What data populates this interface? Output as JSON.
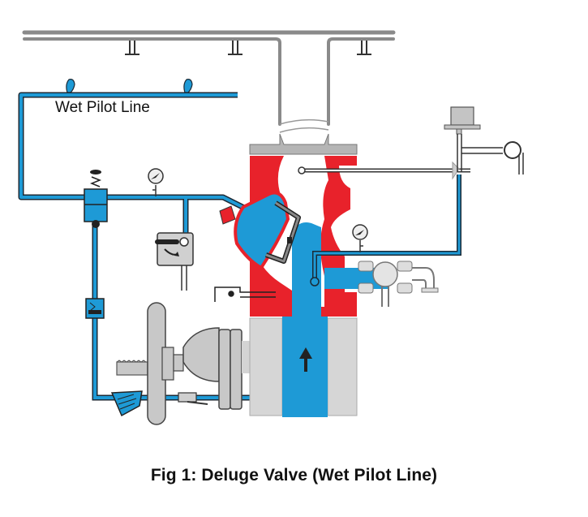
{
  "diagram": {
    "title": "Deluge Valve (Wet Pilot Line)",
    "labels": {
      "pilot_line": "Wet Pilot Line"
    },
    "flow_direction": "up",
    "components": [
      "sprinkler-piping",
      "open-sprinklers",
      "wet-pilot-line",
      "pilot-sprinkler-heads",
      "pressure-reducing-valve",
      "pressure-gauge-pilot",
      "manual-release-valve",
      "deluge-valve-body",
      "clapper",
      "check-valve",
      "strainer",
      "main-control-valve-handwheel",
      "flow-arrow",
      "pressure-gauge-supply",
      "alarm-test-valve",
      "pressure-switch",
      "alarm-line"
    ],
    "colors": {
      "water": "#1e9ad6",
      "valve_body": "#e8222b",
      "metal": "#bdbdbd",
      "outline": "#2b2b2b",
      "pipe_gray": "#8e8e8e"
    }
  },
  "caption": "Fig 1: Deluge Valve (Wet Pilot Line)"
}
